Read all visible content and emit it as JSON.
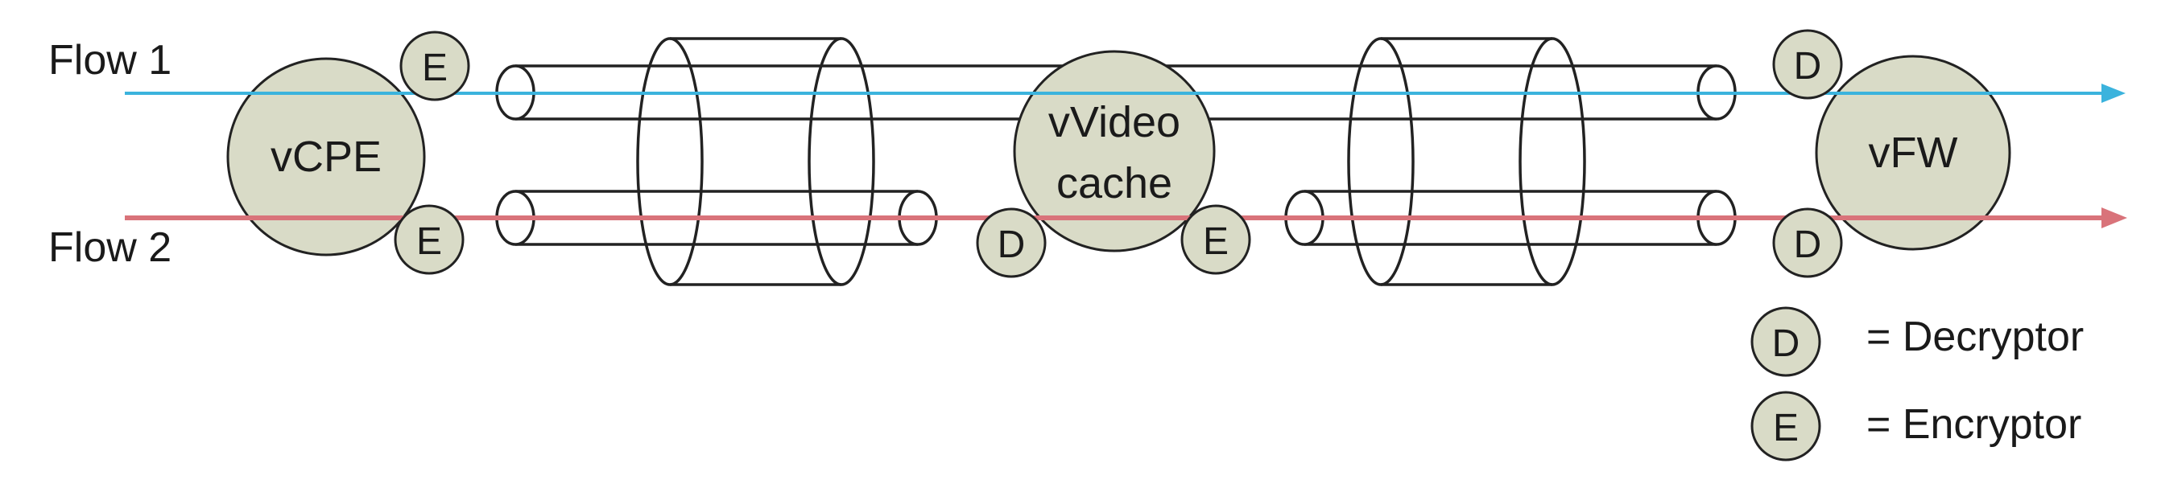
{
  "flows": [
    {
      "label": "Flow 1",
      "color": "#3bb3dd"
    },
    {
      "label": "Flow 2",
      "color": "#d9737a"
    }
  ],
  "nodes": {
    "vcpe": {
      "label": "vCPE"
    },
    "vvideo": {
      "label_line1": "vVideo",
      "label_line2": "cache"
    },
    "vfw": {
      "label": "vFW"
    }
  },
  "badges": {
    "decryptor": "D",
    "encryptor": "E"
  },
  "legend": {
    "decryptor_symbol": "D",
    "decryptor_text": "= Decryptor",
    "encryptor_symbol": "E",
    "encryptor_text": "= Encryptor"
  },
  "colors": {
    "node_fill": "#d9dbc7",
    "stroke": "#222222"
  }
}
